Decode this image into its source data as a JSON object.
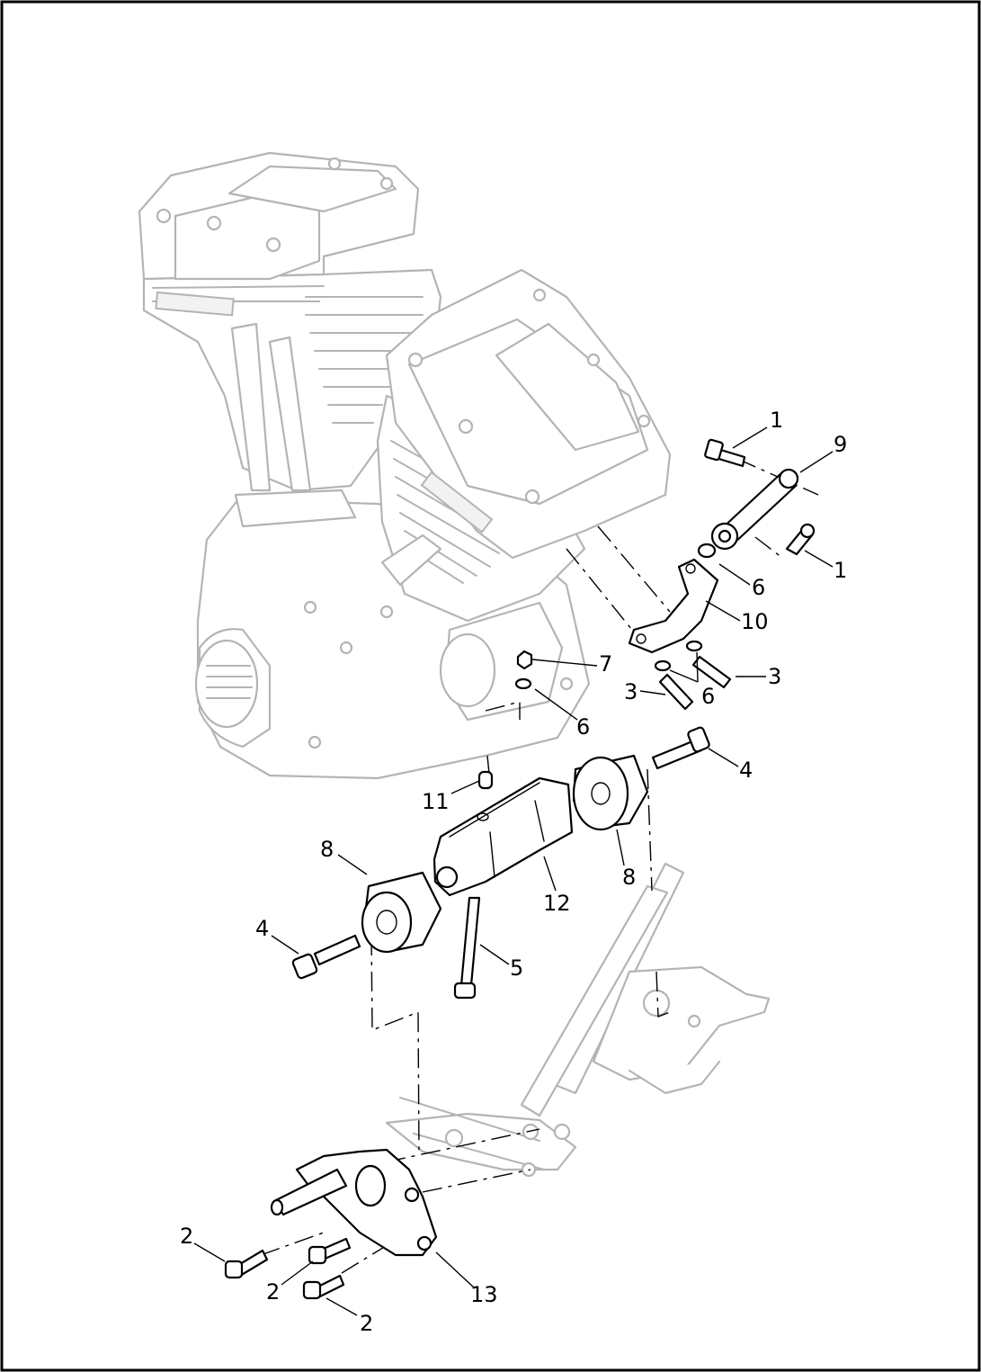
{
  "callouts": [
    {
      "id": "c1a",
      "label": "1"
    },
    {
      "id": "c9",
      "label": "9"
    },
    {
      "id": "c1b",
      "label": "1"
    },
    {
      "id": "c6a",
      "label": "6"
    },
    {
      "id": "c10",
      "label": "10"
    },
    {
      "id": "c7",
      "label": "7"
    },
    {
      "id": "c3a",
      "label": "3"
    },
    {
      "id": "c6b",
      "label": "6"
    },
    {
      "id": "c3b",
      "label": "3"
    },
    {
      "id": "c6c",
      "label": "6"
    },
    {
      "id": "c4a",
      "label": "4"
    },
    {
      "id": "c11",
      "label": "11"
    },
    {
      "id": "c8a",
      "label": "8"
    },
    {
      "id": "c12",
      "label": "12"
    },
    {
      "id": "c8b",
      "label": "8"
    },
    {
      "id": "c4b",
      "label": "4"
    },
    {
      "id": "c5",
      "label": "5"
    },
    {
      "id": "c2a",
      "label": "2"
    },
    {
      "id": "c2b",
      "label": "2"
    },
    {
      "id": "c13",
      "label": "13"
    },
    {
      "id": "c2c",
      "label": "2"
    }
  ]
}
